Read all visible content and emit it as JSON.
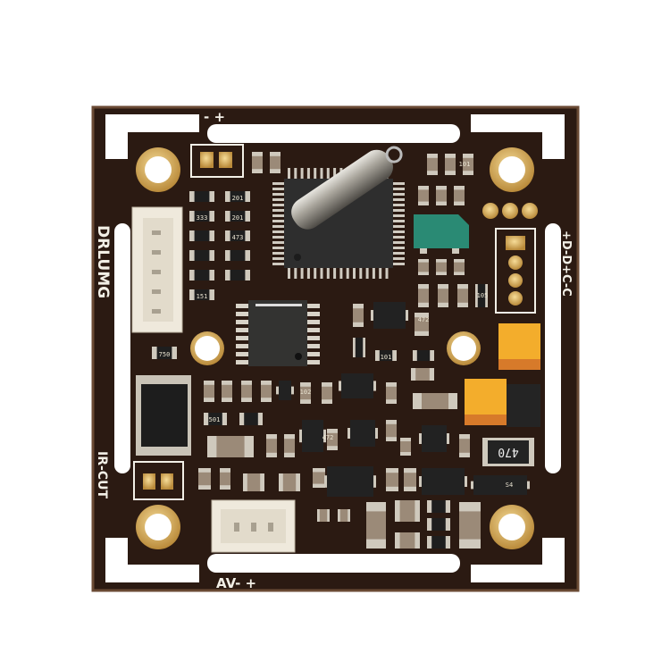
{
  "board": {
    "brand_silkscreen": "DRLUMG",
    "ir_cut_label": "IR-CUT",
    "av_label": "AV- +",
    "power_label": "- +",
    "data_label": "+D-D+C-C",
    "inductor_code": "470",
    "resistor_codes": [
      "750",
      "151",
      "333",
      "201",
      "201",
      "473",
      "101",
      "102",
      "501",
      "472",
      "472",
      "101",
      "S4",
      "105"
    ]
  },
  "colors": {
    "pcb": "#2b1a12",
    "gold": "#d9b46a",
    "silk": "#f2efe6",
    "tantalum": "#f3ad2c",
    "green_part": "#2a8a74"
  }
}
